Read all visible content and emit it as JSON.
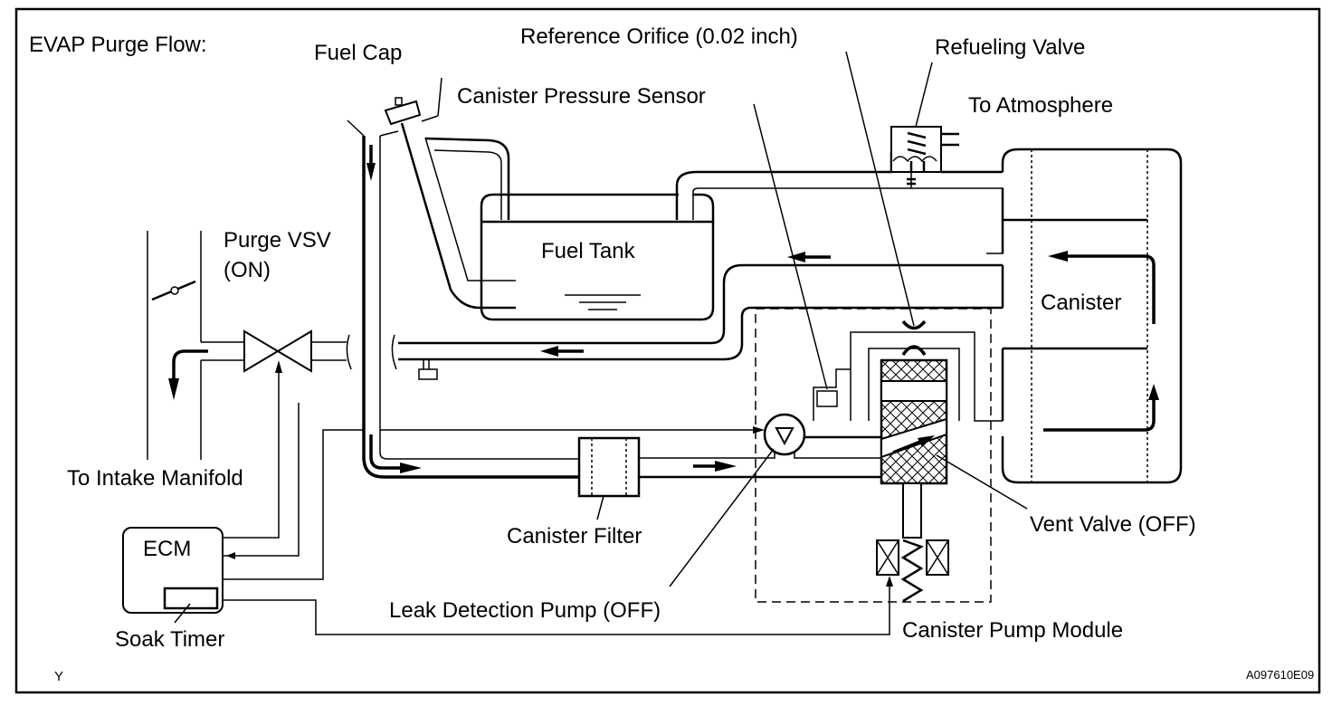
{
  "title": "EVAP Purge Flow:",
  "labels": {
    "fuel_cap": "Fuel Cap",
    "reference_orifice": "Reference Orifice (0.02 inch)",
    "refueling_valve": "Refueling Valve",
    "canister_pressure_sensor": "Canister Pressure Sensor",
    "to_atmosphere": "To Atmosphere",
    "purge_vsv_line1": "Purge VSV",
    "purge_vsv_line2": "(ON)",
    "fuel_tank": "Fuel Tank",
    "canister": "Canister",
    "to_intake_manifold": "To Intake Manifold",
    "ecm": "ECM",
    "canister_filter": "Canister Filter",
    "vent_valve": "Vent Valve (OFF)",
    "leak_detection_pump": "Leak Detection Pump (OFF)",
    "canister_pump_module": "Canister Pump Module",
    "soak_timer": "Soak Timer"
  },
  "footer": {
    "corner_mark": "Y",
    "figure_id": "A097610E09"
  },
  "states": {
    "purge_vsv": "ON",
    "vent_valve": "OFF",
    "leak_detection_pump": "OFF"
  }
}
